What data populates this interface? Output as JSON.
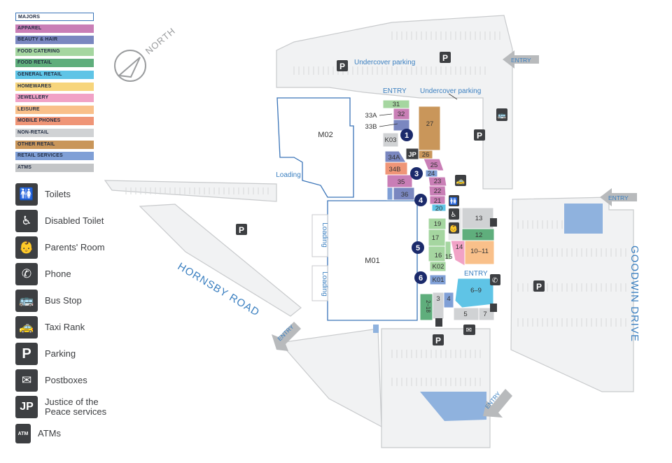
{
  "legend": [
    {
      "label": "MAJORS",
      "color": "#ffffff",
      "border": "#3a74b8"
    },
    {
      "label": "APPAREL",
      "color": "#c97eb6"
    },
    {
      "label": "BEAUTY & HAIR",
      "color": "#7a87c0"
    },
    {
      "label": "FOOD CATERING",
      "color": "#a5d6a0"
    },
    {
      "label": "FOOD RETAIL",
      "color": "#5fae7c"
    },
    {
      "label": "GENERAL RETAIL",
      "color": "#5fc4e6"
    },
    {
      "label": "HOMEWARES",
      "color": "#f7d57c"
    },
    {
      "label": "JEWELLERY",
      "color": "#f1a2c6"
    },
    {
      "label": "LEISURE",
      "color": "#f9c08a"
    },
    {
      "label": "MOBILE PHONES",
      "color": "#ef9577"
    },
    {
      "label": "NON-RETAIL",
      "color": "#d0d2d4"
    },
    {
      "label": "OTHER RETAIL",
      "color": "#c9965a"
    },
    {
      "label": "RETAIL SERVICES",
      "color": "#7f9fd6"
    },
    {
      "label": "ATMS",
      "color": "#c3c5c7"
    }
  ],
  "facilities": [
    {
      "icon": "toilets-icon",
      "glyph": "🚻",
      "label": "Toilets"
    },
    {
      "icon": "disabled-toilet-icon",
      "glyph": "♿",
      "label": "Disabled Toilet"
    },
    {
      "icon": "parents-room-icon",
      "glyph": "👶",
      "label": "Parents' Room"
    },
    {
      "icon": "phone-icon",
      "glyph": "✆",
      "label": "Phone"
    },
    {
      "icon": "bus-stop-icon",
      "glyph": "🚌",
      "label": "Bus Stop"
    },
    {
      "icon": "taxi-rank-icon",
      "glyph": "🚕",
      "label": "Taxi Rank"
    },
    {
      "icon": "parking-icon",
      "glyph": "P",
      "label": "Parking"
    },
    {
      "icon": "postbox-icon",
      "glyph": "✉",
      "label": "Postboxes"
    },
    {
      "icon": "jp-icon",
      "glyph": "JP",
      "label": "Justice of the Peace services"
    },
    {
      "icon": "atm-icon",
      "glyph": "ATM",
      "label": "ATMs"
    }
  ],
  "compass": "NORTH",
  "roads": {
    "hornsby": "HORNSBY ROAD",
    "goodwin": "GOODWIN DRIVE"
  },
  "labels": {
    "undercover1": "Undercover parking",
    "undercover2": "Undercover parking",
    "entry": "ENTRY",
    "loading": "Loading",
    "m01": "M01",
    "m02": "M02"
  },
  "shops": [
    "31",
    "32",
    "33A",
    "33B",
    "27",
    "K03",
    "JP",
    "26",
    "34A",
    "25",
    "34B",
    "24",
    "23",
    "35",
    "22",
    "36",
    "21",
    "20",
    "13",
    "19",
    "12",
    "17",
    "14",
    "10–11",
    "16",
    "15",
    "K02",
    "K01",
    "6–9",
    "3",
    "4",
    "2–18",
    "5",
    "7"
  ],
  "markers": [
    "1",
    "3",
    "4",
    "5",
    "6"
  ]
}
